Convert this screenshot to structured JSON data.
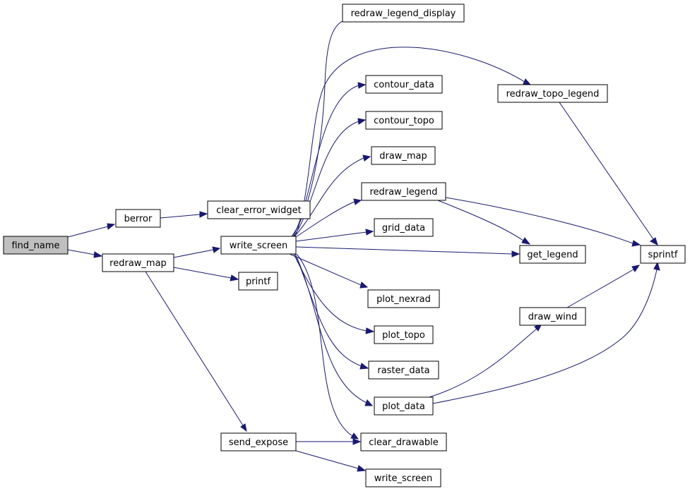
{
  "nodes": [
    {
      "id": "find_name",
      "label": "find_name",
      "root": true
    },
    {
      "id": "berror",
      "label": "berror"
    },
    {
      "id": "redraw_map",
      "label": "redraw_map"
    },
    {
      "id": "clear_error_widget",
      "label": "clear_error_widget"
    },
    {
      "id": "write_screen",
      "label": "write_screen"
    },
    {
      "id": "printf",
      "label": "printf"
    },
    {
      "id": "send_expose",
      "label": "send_expose"
    },
    {
      "id": "redraw_legend_display",
      "label": "redraw_legend_display"
    },
    {
      "id": "contour_data",
      "label": "contour_data"
    },
    {
      "id": "contour_topo",
      "label": "contour_topo"
    },
    {
      "id": "draw_map",
      "label": "draw_map"
    },
    {
      "id": "redraw_legend",
      "label": "redraw_legend"
    },
    {
      "id": "grid_data",
      "label": "grid_data"
    },
    {
      "id": "plot_nexrad",
      "label": "plot_nexrad"
    },
    {
      "id": "plot_topo",
      "label": "plot_topo"
    },
    {
      "id": "raster_data",
      "label": "raster_data"
    },
    {
      "id": "plot_data",
      "label": "plot_data"
    },
    {
      "id": "clear_drawable",
      "label": "clear_drawable"
    },
    {
      "id": "write_screen_2",
      "label": "write_screen"
    },
    {
      "id": "redraw_topo_legend",
      "label": "redraw_topo_legend"
    },
    {
      "id": "get_legend",
      "label": "get_legend"
    },
    {
      "id": "draw_wind",
      "label": "draw_wind"
    },
    {
      "id": "sprintf",
      "label": "sprintf"
    }
  ],
  "edges": [
    {
      "from": "find_name",
      "to": "berror"
    },
    {
      "from": "find_name",
      "to": "redraw_map"
    },
    {
      "from": "berror",
      "to": "clear_error_widget"
    },
    {
      "from": "redraw_map",
      "to": "write_screen"
    },
    {
      "from": "redraw_map",
      "to": "printf"
    },
    {
      "from": "redraw_map",
      "to": "send_expose"
    },
    {
      "from": "write_screen",
      "to": "redraw_legend_display"
    },
    {
      "from": "write_screen",
      "to": "contour_data"
    },
    {
      "from": "write_screen",
      "to": "contour_topo"
    },
    {
      "from": "write_screen",
      "to": "draw_map"
    },
    {
      "from": "write_screen",
      "to": "redraw_legend"
    },
    {
      "from": "write_screen",
      "to": "grid_data"
    },
    {
      "from": "write_screen",
      "to": "get_legend"
    },
    {
      "from": "write_screen",
      "to": "redraw_topo_legend"
    },
    {
      "from": "write_screen",
      "to": "plot_nexrad"
    },
    {
      "from": "write_screen",
      "to": "plot_topo"
    },
    {
      "from": "write_screen",
      "to": "raster_data"
    },
    {
      "from": "write_screen",
      "to": "plot_data"
    },
    {
      "from": "write_screen",
      "to": "clear_drawable"
    },
    {
      "from": "send_expose",
      "to": "clear_drawable"
    },
    {
      "from": "send_expose",
      "to": "write_screen_2"
    },
    {
      "from": "redraw_topo_legend",
      "to": "sprintf"
    },
    {
      "from": "redraw_legend",
      "to": "get_legend"
    },
    {
      "from": "redraw_legend",
      "to": "sprintf"
    },
    {
      "from": "plot_data",
      "to": "draw_wind"
    },
    {
      "from": "plot_data",
      "to": "sprintf"
    },
    {
      "from": "draw_wind",
      "to": "sprintf"
    }
  ],
  "colors": {
    "edge": "#191970",
    "root_fill": "#bfbfbf",
    "node_fill": "#ffffff",
    "node_border": "#000000"
  }
}
